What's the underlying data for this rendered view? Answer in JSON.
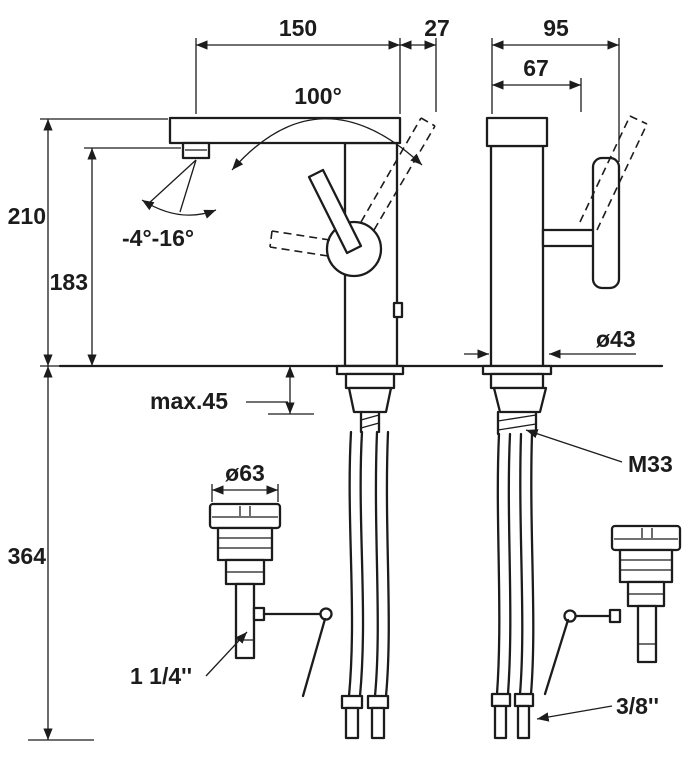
{
  "drawing": {
    "colors": {
      "line": "#1c1c1c",
      "background": "#ffffff"
    },
    "dimensions": {
      "spout_reach": "150",
      "handle_overhang": "27",
      "total_depth": "95",
      "body_depth": "67",
      "handle_swing": "100°",
      "spout_angle": "-4°-16°",
      "height_above_deck": "210",
      "outlet_height": "183",
      "max_deck": "max.45",
      "below_deck": "364",
      "drain_dia": "ø63",
      "base_dia": "ø43",
      "thread": "M33",
      "drain_conn": "1 1/4''",
      "hose_conn": "3/8''"
    }
  }
}
